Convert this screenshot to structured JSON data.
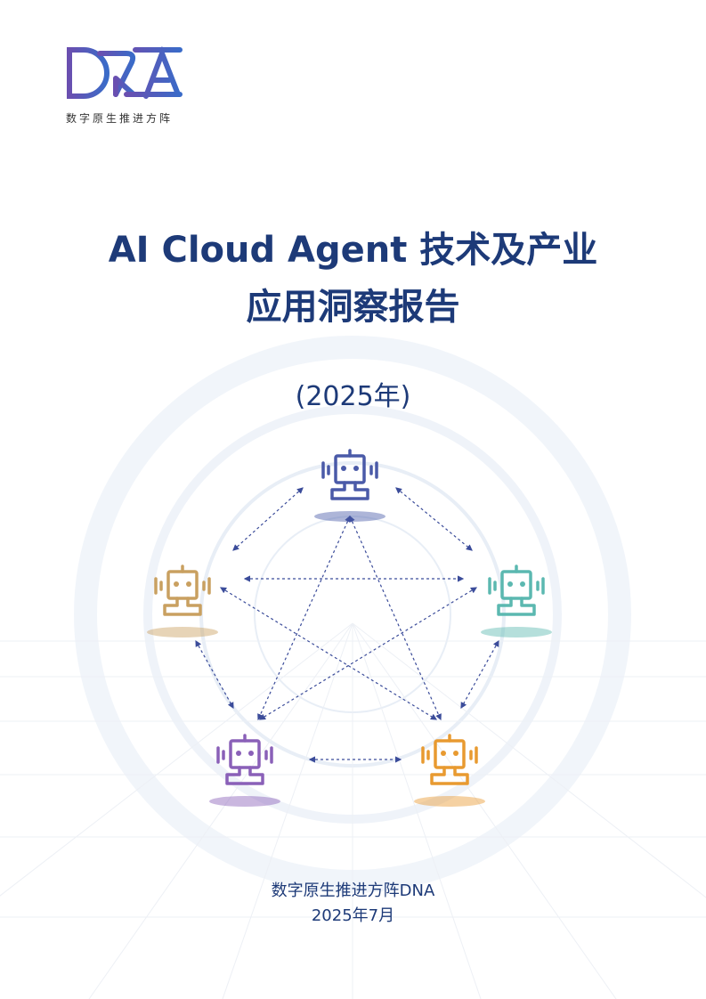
{
  "logo": {
    "mark_text": "DNA",
    "subtitle": "数字原生推进方阵"
  },
  "title": {
    "line1": "AI Cloud Agent 技术及产业",
    "line2": "应用洞察报告"
  },
  "year": "(2025年)",
  "footer": {
    "org": "数字原生推进方阵DNA",
    "date": "2025年7月"
  },
  "colors": {
    "title": "#1d3a78",
    "arrow": "#3b4c9a"
  },
  "agents": [
    {
      "name": "top",
      "color": "#4a5aa8"
    },
    {
      "name": "left",
      "color": "#c9a060"
    },
    {
      "name": "right",
      "color": "#5bb8b0"
    },
    {
      "name": "bottom-left",
      "color": "#8a60b8"
    },
    {
      "name": "bottom-right",
      "color": "#e89a30"
    }
  ]
}
